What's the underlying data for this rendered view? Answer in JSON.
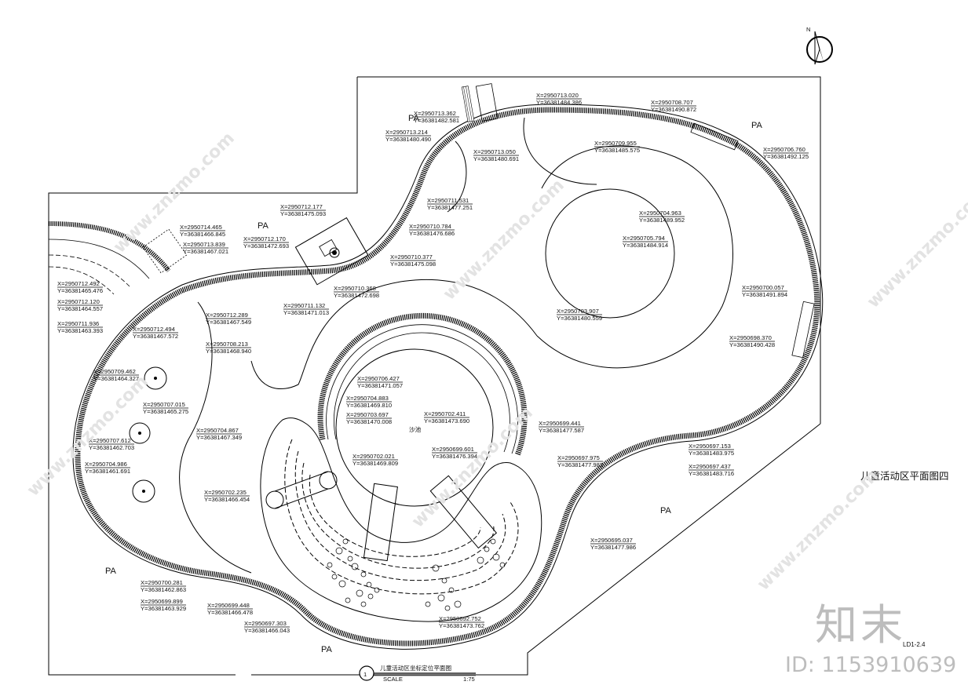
{
  "drawing": {
    "title": "儿童活动区坐标定位平面图",
    "detail_number": "1",
    "scale_label": "SCALE",
    "scale_value": "1:75",
    "side_title": "儿童活动区平面图四",
    "sheet_code": "LD1-2.4",
    "watermark_logo": "知末",
    "watermark_id": "ID: 1153910639",
    "watermark_url": "www.znzmo.com",
    "area_label": "PA",
    "center_label": "沙池"
  },
  "coordinates": [
    {
      "x": "X=2950713.020",
      "y": "Y=36381484.386"
    },
    {
      "x": "X=2950713.362",
      "y": "Y=36381482.581"
    },
    {
      "x": "X=2950713.214",
      "y": "Y=36381480.490"
    },
    {
      "x": "X=2950713.050",
      "y": "Y=36381480.691"
    },
    {
      "x": "X=2950708.707",
      "y": "Y=36381490.872"
    },
    {
      "x": "X=2950709.955",
      "y": "Y=36381485.575"
    },
    {
      "x": "X=2950706.760",
      "y": "Y=36381492.125"
    },
    {
      "x": "X=2950711.531",
      "y": "Y=36381477.251"
    },
    {
      "x": "X=2950712.177",
      "y": "Y=36381475.093"
    },
    {
      "x": "X=2950710.784",
      "y": "Y=36381476.686"
    },
    {
      "x": "X=2950704.963",
      "y": "Y=36381489.952"
    },
    {
      "x": "X=2950714.465",
      "y": "Y=36381466.845"
    },
    {
      "x": "X=2950712.170",
      "y": "Y=36381472.693"
    },
    {
      "x": "X=2950713.839",
      "y": "Y=36381467.021"
    },
    {
      "x": "X=2950705.794",
      "y": "Y=36381484.914"
    },
    {
      "x": "X=2950710.377",
      "y": "Y=36381475.098"
    },
    {
      "x": "X=2950712.492",
      "y": "Y=36381465.476"
    },
    {
      "x": "X=2950710.368",
      "y": "Y=36381472.698"
    },
    {
      "x": "X=2950700.057",
      "y": "Y=36381491.894"
    },
    {
      "x": "X=2950712.120",
      "y": "Y=36381464.557"
    },
    {
      "x": "X=2950711.132",
      "y": "Y=36381471.013"
    },
    {
      "x": "X=2950703.907",
      "y": "Y=36381480.559"
    },
    {
      "x": "X=2950712.289",
      "y": "Y=36381467.549"
    },
    {
      "x": "X=2950711.936",
      "y": "Y=36381463.393"
    },
    {
      "x": "X=2950712.494",
      "y": "Y=36381467.572"
    },
    {
      "x": "X=2950698.370",
      "y": "Y=36381490.428"
    },
    {
      "x": "X=2950708.213",
      "y": "Y=36381468.940"
    },
    {
      "x": "X=2950709.462",
      "y": "Y=36381464.327"
    },
    {
      "x": "X=2950706.427",
      "y": "Y=36381471.057"
    },
    {
      "x": "X=2950707.015",
      "y": "Y=36381465.275"
    },
    {
      "x": "X=2950704.883",
      "y": "Y=36381469.810"
    },
    {
      "x": "X=2950703.697",
      "y": "Y=36381470.008"
    },
    {
      "x": "X=2950702.411",
      "y": "Y=36381473.690"
    },
    {
      "x": "X=2950704.867",
      "y": "Y=36381467.349"
    },
    {
      "x": "X=2950699.441",
      "y": "Y=36381477.587"
    },
    {
      "x": "X=2950707.612",
      "y": "Y=36381462.703"
    },
    {
      "x": "X=2950699.601",
      "y": "Y=36381476.394"
    },
    {
      "x": "X=2950697.153",
      "y": "Y=36381483.975"
    },
    {
      "x": "X=2950702.021",
      "y": "Y=36381469.809"
    },
    {
      "x": "X=2950697.975",
      "y": "Y=36381477.983"
    },
    {
      "x": "X=2950697.437",
      "y": "Y=36381483.716"
    },
    {
      "x": "X=2950704.986",
      "y": "Y=36381461.691"
    },
    {
      "x": "X=2950702.235",
      "y": "Y=36381466.454"
    },
    {
      "x": "X=2950695.037",
      "y": "Y=36381477.986"
    },
    {
      "x": "X=2950700.281",
      "y": "Y=36381462.863"
    },
    {
      "x": "X=2950699.899",
      "y": "Y=36381463.929"
    },
    {
      "x": "X=2950699.448",
      "y": "Y=36381466.478"
    },
    {
      "x": "X=2950692.752",
      "y": "Y=36381473.762"
    },
    {
      "x": "X=2950697.303",
      "y": "Y=36381466.043"
    }
  ]
}
